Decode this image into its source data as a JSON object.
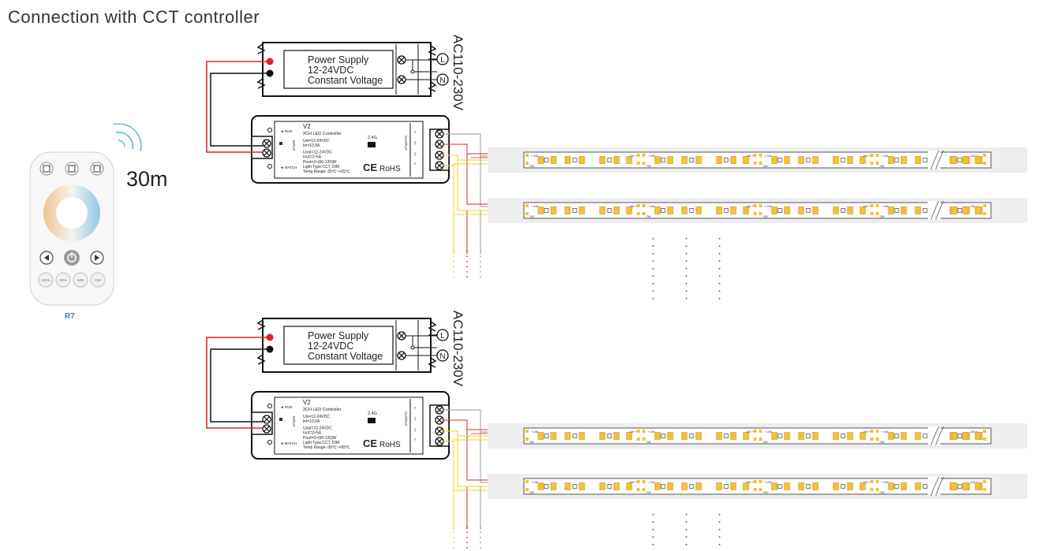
{
  "title": "Connection with CCT controller",
  "range": "30m",
  "remote": {
    "model": "R7",
    "buttons": [
      "100%",
      "50%",
      "WW",
      "NW"
    ]
  },
  "power_supply": {
    "line1": "Power Supply",
    "line2": "12-24VDC",
    "line3": "Constant Voltage",
    "mains": "AC110-230V",
    "L": "L",
    "N": "N"
  },
  "controller": {
    "model": "V2",
    "name": "2CH LED Controller",
    "specs": [
      "Uin=12-24VDC",
      "Iin=10.5A",
      "Uout=12-24VDC",
      "Iout=2×5A",
      "Pout=2×(60-120)W",
      "Light Type:CCT, DIM",
      "Temp Range:-30℃~+55℃"
    ],
    "run": "RUN",
    "match": "MATCH",
    "input": "INPUT",
    "output": "OUTPUT",
    "freq": "2.4G",
    "rohs": "RoHS",
    "ce": "CE",
    "ch_labels": [
      "V-",
      "V+",
      "V+",
      "V-"
    ]
  },
  "strip": {
    "v24": "24V",
    "ww": "WW",
    "cw": "CW"
  },
  "colors": {
    "red": "#e0232b",
    "black": "#222222",
    "yellow": "#f2d31b",
    "grey": "#9a9a9a",
    "strip_bg": "#eeeeee",
    "led": "#f3c23a",
    "remote_blue": "#8fc8e6",
    "remote_warm": "#f2c28e"
  }
}
